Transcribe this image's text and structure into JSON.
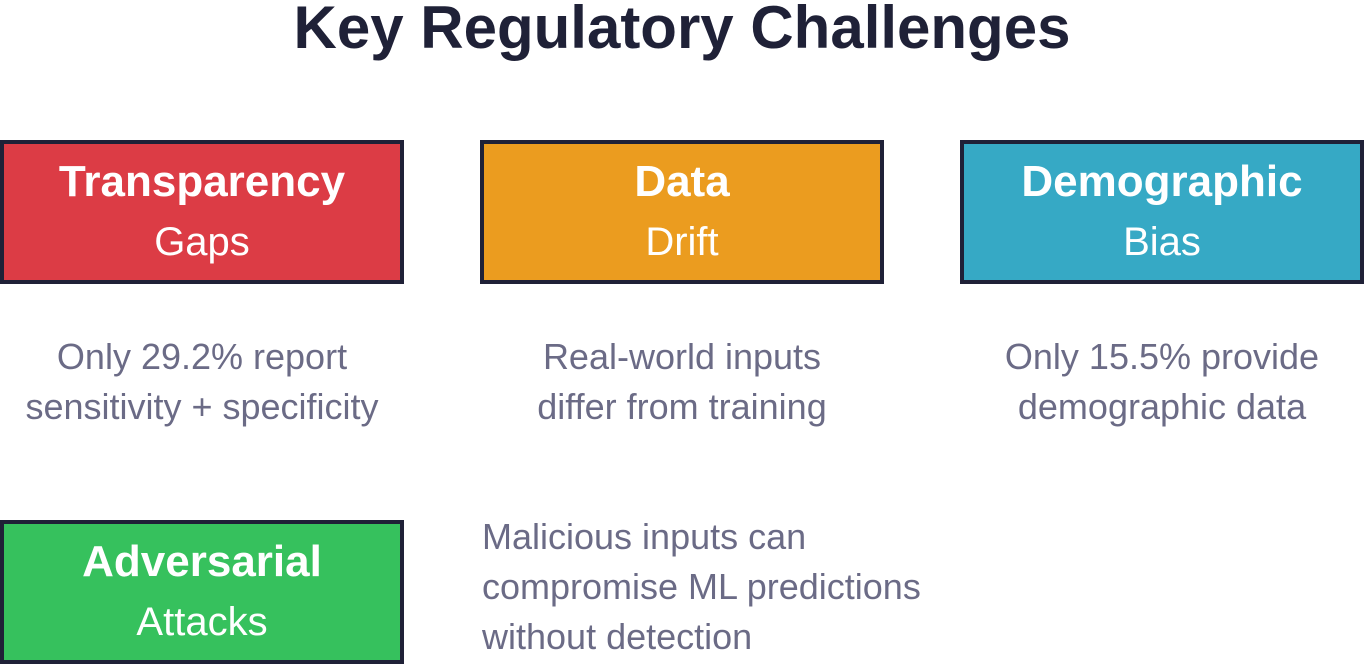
{
  "title": "Key Regulatory Challenges",
  "colors": {
    "transparency": "#dc3c45",
    "data": "#eb9c1f",
    "demographic": "#36a9c5",
    "adversarial": "#36c15d",
    "border": "#1f2137",
    "description_text": "#6b6b86"
  },
  "challenges": [
    {
      "heading": "Transparency",
      "subheading": "Gaps",
      "description": [
        "Only 29.2% report",
        "sensitivity + specificity"
      ]
    },
    {
      "heading": "Data",
      "subheading": "Drift",
      "description": [
        "Real-world inputs",
        "differ from training"
      ]
    },
    {
      "heading": "Demographic",
      "subheading": "Bias",
      "description": [
        "Only 15.5% provide",
        "demographic data"
      ]
    },
    {
      "heading": "Adversarial",
      "subheading": "Attacks",
      "description": [
        "Malicious inputs can",
        "compromise ML predictions",
        "without detection"
      ]
    }
  ]
}
